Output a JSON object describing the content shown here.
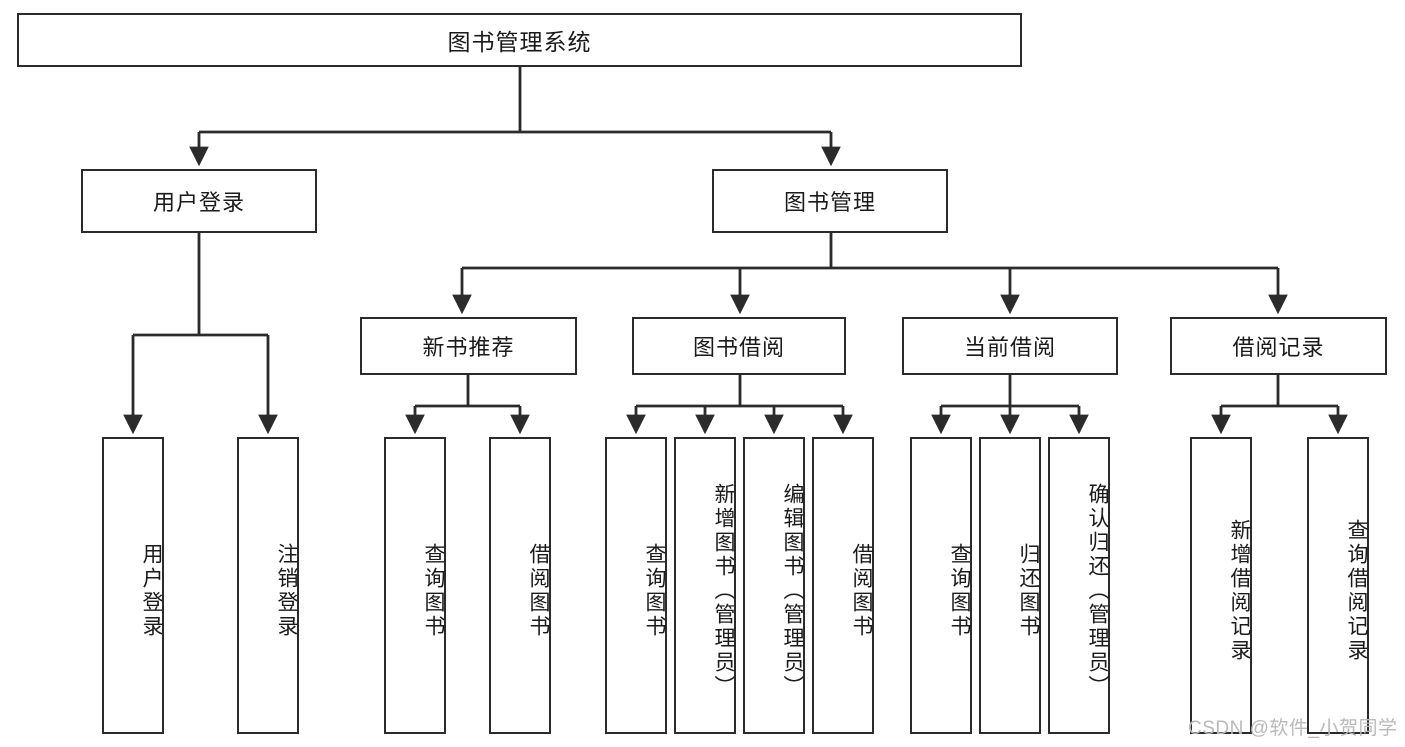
{
  "diagram": {
    "title": "图书管理系统",
    "type": "tree-hierarchy-diagram",
    "colors": {
      "stroke": "#2b2b2b",
      "fill": "#ffffff",
      "text": "#1a1a1a",
      "watermark": "#b9b9b9"
    },
    "root": {
      "id": "root",
      "label": "图书管理系统"
    },
    "level2": [
      {
        "id": "user-login",
        "label": "用户登录"
      },
      {
        "id": "book-management",
        "label": "图书管理"
      }
    ],
    "level3": [
      {
        "id": "new-book-recommend",
        "label": "新书推荐"
      },
      {
        "id": "book-borrow",
        "label": "图书借阅"
      },
      {
        "id": "current-borrow",
        "label": "当前借阅"
      },
      {
        "id": "borrow-record",
        "label": "借阅记录"
      }
    ],
    "leaves": {
      "user_login": [
        {
          "id": "leaf-user-login",
          "label": "用户登录"
        },
        {
          "id": "leaf-logout-login",
          "label": "注销登录"
        }
      ],
      "new_book_recommend": [
        {
          "id": "leaf-query-book-1",
          "label": "查询图书"
        },
        {
          "id": "leaf-borrow-book-1",
          "label": "借阅图书"
        }
      ],
      "book_borrow": [
        {
          "id": "leaf-query-book-2",
          "label": "查询图书"
        },
        {
          "id": "leaf-add-book",
          "label": "新增图书（管理员）"
        },
        {
          "id": "leaf-edit-book",
          "label": "编辑图书（管理员）"
        },
        {
          "id": "leaf-borrow-book-2",
          "label": "借阅图书"
        }
      ],
      "current_borrow": [
        {
          "id": "leaf-query-book-3",
          "label": "查询图书"
        },
        {
          "id": "leaf-return-book",
          "label": "归还图书"
        },
        {
          "id": "leaf-confirm-return",
          "label": "确认归还（管理员）"
        }
      ],
      "borrow_record": [
        {
          "id": "leaf-add-record",
          "label": "新增借阅记录"
        },
        {
          "id": "leaf-query-record",
          "label": "查询借阅记录"
        }
      ]
    },
    "watermark": "CSDN @软件_小贺同学"
  }
}
